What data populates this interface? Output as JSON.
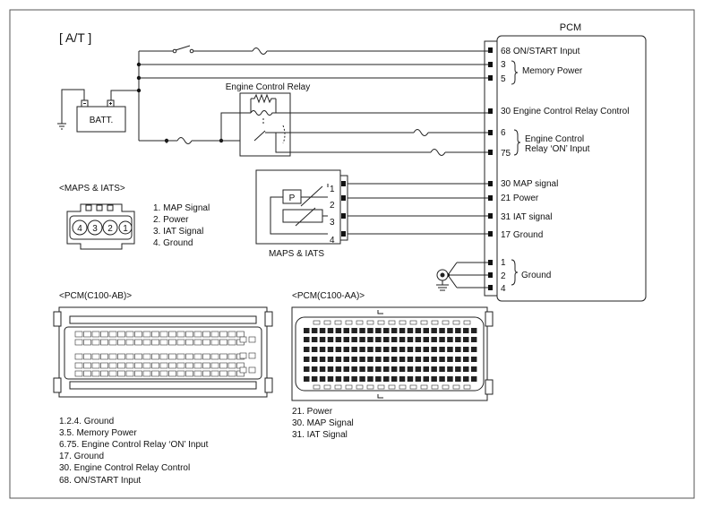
{
  "diagram": {
    "mode_label": "[ A/T ]",
    "pcm_title": "PCM",
    "battery_label": "BATT.",
    "relay_label": "Engine Control Relay",
    "pcm_pins": [
      {
        "text": "68 ON/START Input"
      },
      {
        "text": "3"
      },
      {
        "text": "5"
      },
      {
        "text": "30 Engine Control Relay Control"
      },
      {
        "text": "6"
      },
      {
        "text": "75"
      },
      {
        "text": "30 MAP signal"
      },
      {
        "text": "21 Power"
      },
      {
        "text": "31 IAT signal"
      },
      {
        "text": "17 Ground"
      },
      {
        "text": "1"
      },
      {
        "text": "2"
      },
      {
        "text": "4"
      }
    ],
    "group_memory": "Memory Power",
    "group_relay_line1": "Engine Control",
    "group_relay_line2": "Relay ‘ON’ Input",
    "group_ground": "Ground",
    "sensor_block": {
      "p_label": "P",
      "pins": [
        "1",
        "2",
        "3",
        "4"
      ],
      "caption": "MAPS & IATS"
    }
  },
  "maps_connector": {
    "title": "<MAPS & IATS>",
    "pins": [
      "4",
      "3",
      "2",
      "1"
    ],
    "legend": [
      "1. MAP Signal",
      "2. Power",
      "3. IAT Signal",
      "4. Ground"
    ]
  },
  "pcm_ab": {
    "title": "<PCM(C100-AB)>",
    "legend": [
      "1.2.4. Ground",
      "3.5. Memory Power",
      "6.75. Engine Control Relay ‘ON’ Input",
      "17. Ground",
      "30. Engine Control Relay Control",
      "68. ON/START Input"
    ]
  },
  "pcm_aa": {
    "title": "<PCM(C100-AA)>",
    "legend": [
      "21. Power",
      "30. MAP Signal",
      "31. IAT Signal"
    ]
  }
}
